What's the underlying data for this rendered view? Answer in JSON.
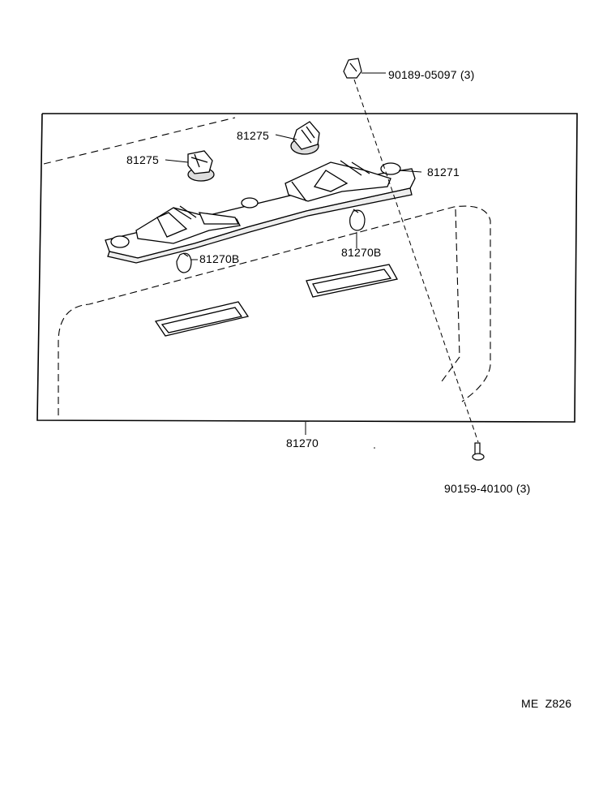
{
  "labels": {
    "clip_top": "90189-05097 (3)",
    "cover_right": "81275",
    "cover_left": "81275",
    "lamp_assy": "81271",
    "bulb_right": "81270B",
    "bulb_left": "81270B",
    "lamp_main": "81270",
    "screw": "90159-40100 (3)",
    "figure_code": "ME  Z826"
  },
  "colors": {
    "line": "#000000",
    "fill": "#ffffff",
    "shade": "#d8d8d8"
  }
}
